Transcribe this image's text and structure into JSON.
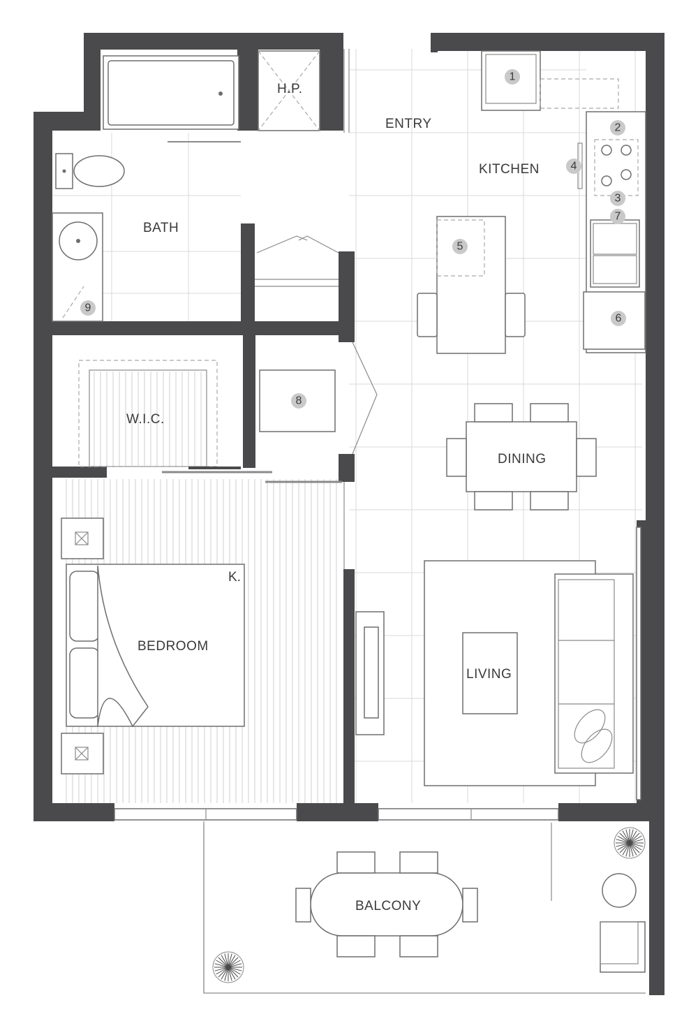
{
  "rooms": {
    "bath": "BATH",
    "hp": "H.P.",
    "entry": "ENTRY",
    "kitchen": "KITCHEN",
    "wic": "W.I.C.",
    "dining": "DINING",
    "bedroom": "BEDROOM",
    "king": "K.",
    "living": "LIVING",
    "balcony": "BALCONY"
  },
  "callouts": [
    "1",
    "2",
    "3",
    "4",
    "5",
    "6",
    "7",
    "8",
    "9"
  ],
  "colors": {
    "wall": "#4a4a4c",
    "badge": "#c9c9c9",
    "line": "#6e6e6e"
  }
}
